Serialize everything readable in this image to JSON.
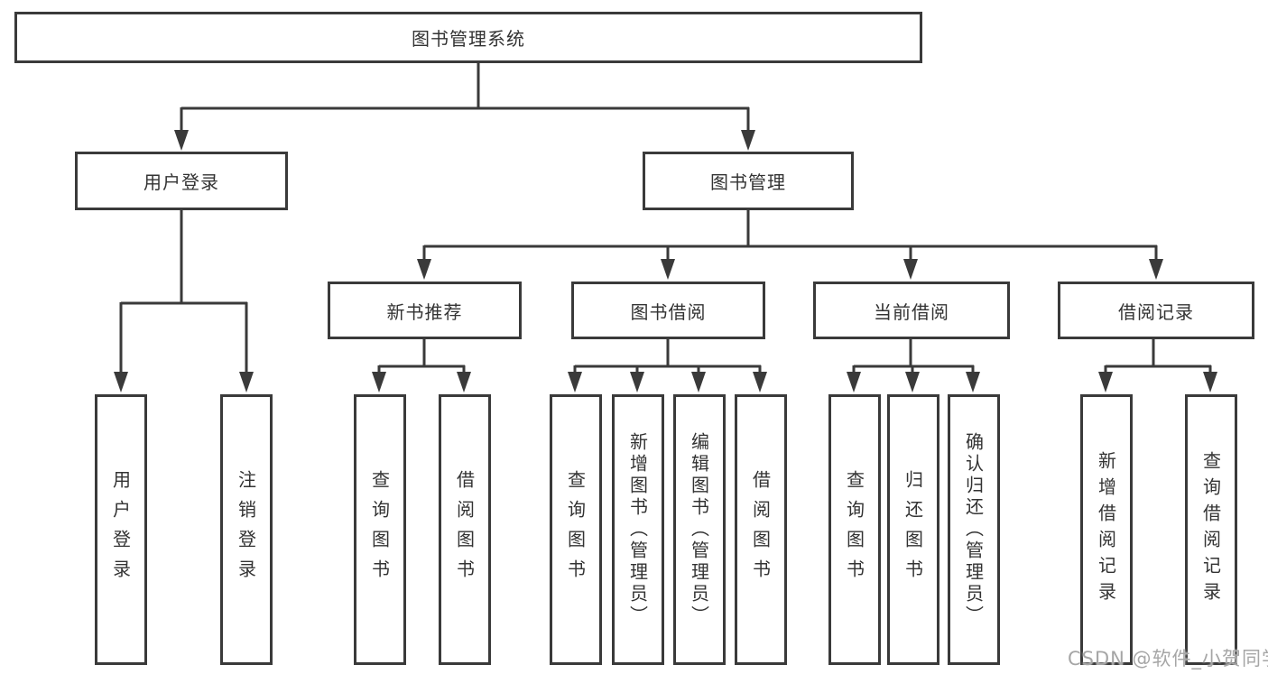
{
  "tree": {
    "root": {
      "label": "图书管理系统",
      "children": [
        {
          "label": "用户登录",
          "children": [
            {
              "label": "用户登录"
            },
            {
              "label": "注销登录"
            }
          ]
        },
        {
          "label": "图书管理",
          "children": [
            {
              "label": "新书推荐",
              "children": [
                {
                  "label": "查询图书"
                },
                {
                  "label": "借阅图书"
                }
              ]
            },
            {
              "label": "图书借阅",
              "children": [
                {
                  "label": "查询图书"
                },
                {
                  "label": "新增图书（管理员）"
                },
                {
                  "label": "编辑图书（管理员）"
                },
                {
                  "label": "借阅图书"
                }
              ]
            },
            {
              "label": "当前借阅",
              "children": [
                {
                  "label": "查询图书"
                },
                {
                  "label": "归还图书"
                },
                {
                  "label": "确认归还（管理员）"
                }
              ]
            },
            {
              "label": "借阅记录",
              "children": [
                {
                  "label": "新增借阅记录"
                },
                {
                  "label": "查询借阅记录"
                }
              ]
            }
          ]
        }
      ]
    }
  },
  "watermark": {
    "text": "CSDN @软件_小贺同学"
  },
  "colors": {
    "line": "#3a3a3a",
    "box_border": "#3a3a3a",
    "text": "#333333",
    "watermark": "#a6a6a6",
    "background": "#ffffff"
  }
}
